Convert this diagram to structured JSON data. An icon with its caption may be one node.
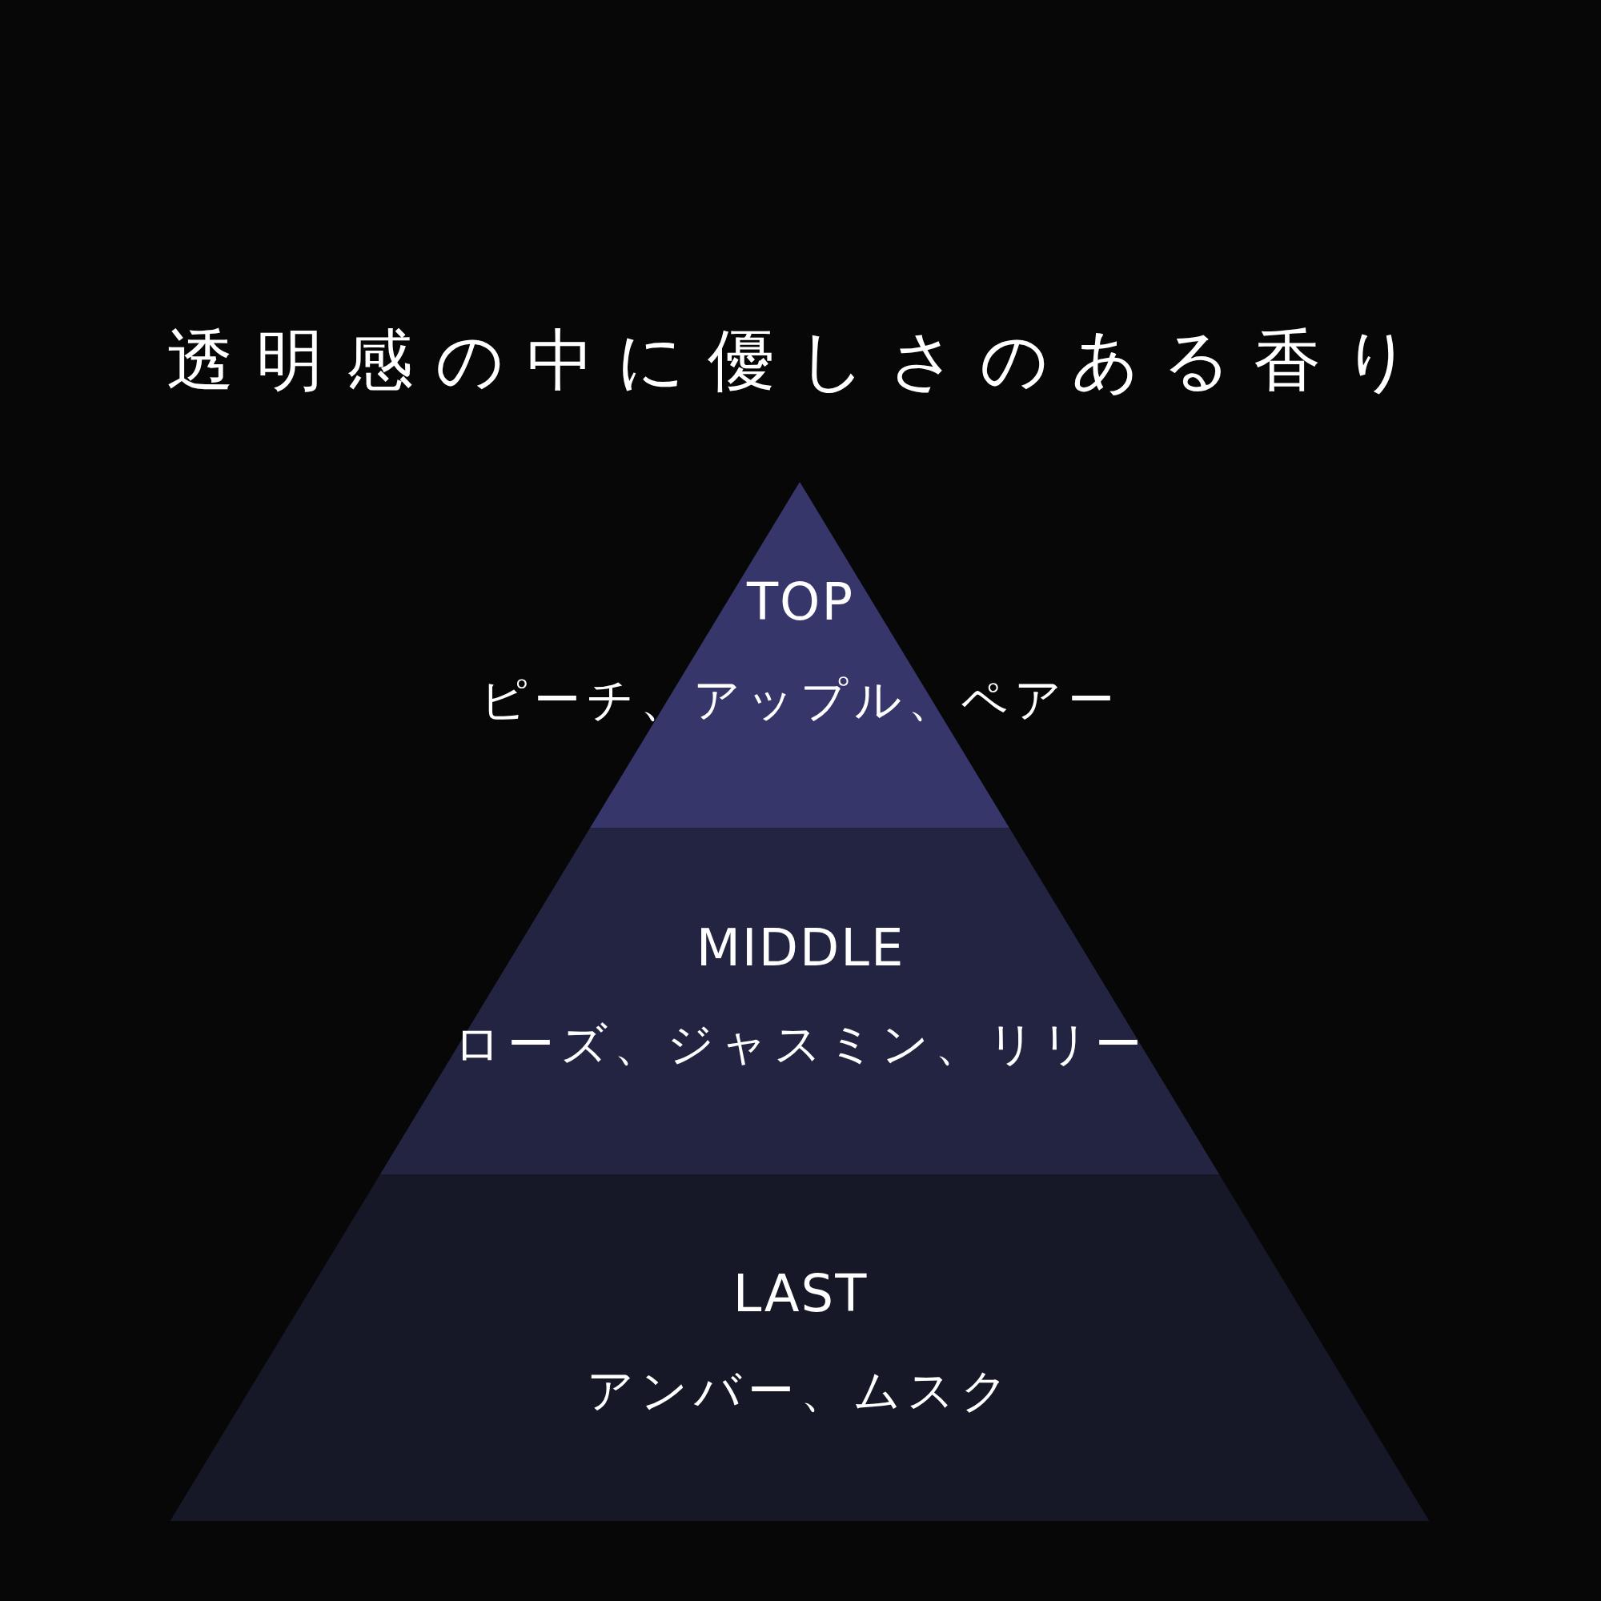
{
  "diagram": {
    "title": "透明感の中に優しさのある香り",
    "nodes": [
      {
        "text": [
          "TOP",
          "ピーチ、アップル、ペアー"
        ]
      },
      {
        "text": [
          "MIDDLE",
          "ローズ、ジャスミン、リリー"
        ]
      },
      {
        "text": [
          "LAST",
          "アンバー、ムスク"
        ]
      }
    ]
  }
}
